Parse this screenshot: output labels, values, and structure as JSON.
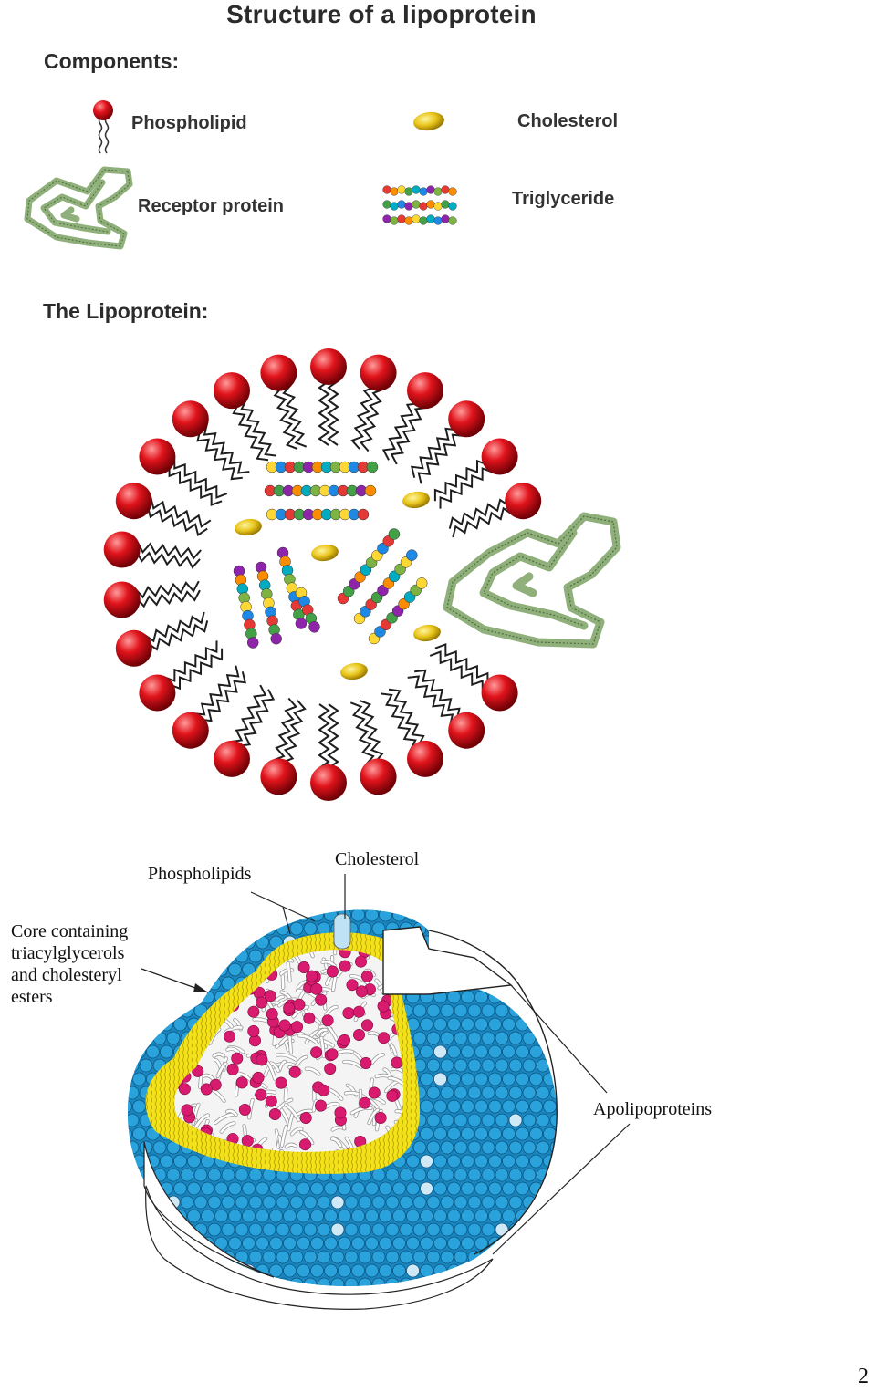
{
  "title": "Structure of a lipoprotein",
  "components": {
    "heading": "Components:",
    "phospholipid": "Phospholipid",
    "cholesterol": "Cholesterol",
    "receptor_protein": "Receptor protein",
    "triglyceride": "Triglyceride"
  },
  "lipoprotein": {
    "heading": "The Lipoprotein:"
  },
  "cross_section": {
    "phospholipids": "Phospholipids",
    "cholesterol": "Cholesterol",
    "core_line1": "Core containing",
    "core_line2": "triacylglycerols",
    "core_line3": "and cholesteryl",
    "core_line4": "esters",
    "apolipoproteins": "Apolipoproteins"
  },
  "page_number": "2",
  "colors": {
    "head_red": "#d8141c",
    "tail": "#222222",
    "cholesterol_yellow": "#e8c51a",
    "receptor_green": "#8fb07a",
    "shell_blue": "#2aa3dc",
    "inner_yellow": "#f2e21a",
    "core_magenta": "#d81b6f"
  }
}
